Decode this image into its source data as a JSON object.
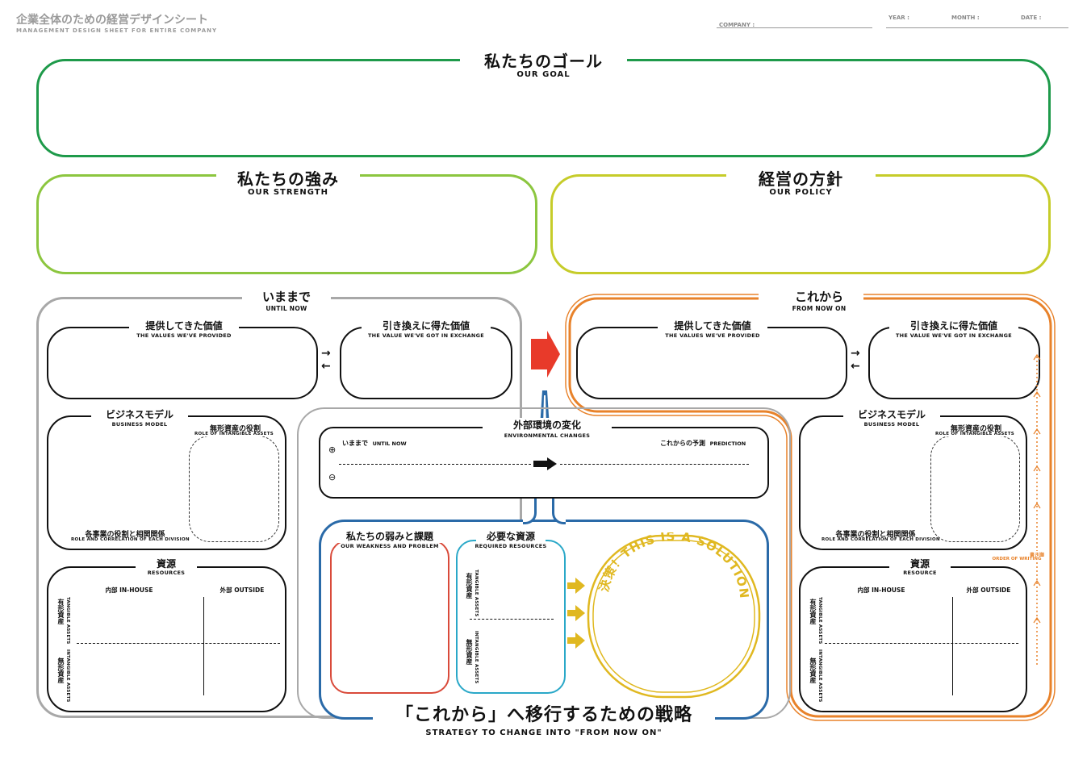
{
  "header": {
    "title_jp": "企業全体のための経営デザインシート",
    "title_en": "MANAGEMENT DESIGN SHEET FOR ENTIRE COMPANY",
    "company_label": "COMPANY :",
    "year_label": "YEAR :",
    "month_label": "MONTH :",
    "date_label": "DATE :"
  },
  "goal": {
    "jp": "私たちのゴール",
    "en": "OUR GOAL"
  },
  "strength": {
    "jp": "私たちの強み",
    "en": "OUR STRENGTH"
  },
  "policy": {
    "jp": "経営の方針",
    "en": "OUR POLICY"
  },
  "until_now": {
    "jp": "いままで",
    "en": "UNTIL NOW",
    "values_provided_jp": "提供してきた価値",
    "values_provided_en": "THE VALUES WE'VE PROVIDED",
    "value_got_jp": "引き換えに得た価値",
    "value_got_en": "THE VALUE WE'VE GOT IN EXCHANGE",
    "business_model_jp": "ビジネスモデル",
    "business_model_en": "BUSINESS MODEL",
    "intangible_role_jp": "無形資産の役割",
    "intangible_role_en": "ROLE OF INTANGIBLE ASSETS",
    "division_jp": "各事業の役割と相関関係",
    "division_en": "ROLE AND CORRELATION OF EACH DIVISION",
    "resources_jp": "資源",
    "resources_en": "RESOURCES",
    "inhouse": "内部 IN-HOUSE",
    "outside": "外部 OUTSIDE",
    "tangible_jp": "有形資産",
    "tangible_en": "TANGIBLE ASSETS",
    "intangible_jp": "無形資産",
    "intangible_en": "INTANGIBLE ASSETS"
  },
  "from_now_on": {
    "jp": "これから",
    "en": "FROM NOW ON",
    "values_provided_jp": "提供してきた価値",
    "values_provided_en": "THE VALUES WE'VE PROVIDED",
    "value_got_jp": "引き換えに得た価値",
    "value_got_en": "THE VALUE WE'VE GOT IN EXCHANGE",
    "business_model_jp": "ビジネスモデル",
    "business_model_en": "BUSINESS MODEL",
    "intangible_role_jp": "無形資産の役割",
    "intangible_role_en": "ROLE OF INTANGIBLE ASSETS",
    "division_jp": "各事業の役割と相関関係",
    "division_en": "ROLE AND CORRELATION OF EACH DIVISION",
    "resources_jp": "資源",
    "resources_en": "RESOURCE",
    "inhouse": "内部 IN-HOUSE",
    "outside": "外部 OUTSIDE",
    "tangible_jp": "有形資産",
    "tangible_en": "TANGIBLE ASSETS",
    "intangible_jp": "無形資産",
    "intangible_en": "INTANGIBLE ASSETS",
    "order_jp": "書き順",
    "order_en": "ORDER OF WRITING"
  },
  "env": {
    "jp": "外部環境の変化",
    "en": "ENVIRONMENTAL CHANGES",
    "until_jp": "いままで",
    "until_en": "UNTIL NOW",
    "pred_jp": "これからの予測",
    "pred_en": "PREDICTION",
    "plus": "⊕",
    "minus": "⊖"
  },
  "strategy": {
    "jp": "「これから」へ移行するための戦略",
    "en": "STRATEGY TO CHANGE INTO \"FROM NOW ON\"",
    "weakness_jp": "私たちの弱みと課題",
    "weakness_en": "OUR WEAKNESS AND PROBLEM",
    "required_jp": "必要な資源",
    "required_en": "REQUIRED RESOURCES",
    "tangible_jp": "有形資産",
    "tangible_en": "TANGIBLE ASSETS",
    "intangible_jp": "無形資産",
    "intangible_en": "INTANGIBLE ASSETS",
    "solution": "解決策！THIS IS A SOLUTION!"
  },
  "colors": {
    "goal": "#1e9a4a",
    "strength": "#8cc63f",
    "policy": "#c6cc2a",
    "until": "#a8a8a8",
    "future": "#e8822a",
    "env": "#333333",
    "strategy": "#2a6aa8",
    "weakness": "#d94a3a",
    "required": "#2aa8c8",
    "solution": "#e0b820",
    "arrow_red": "#e83a2a"
  }
}
